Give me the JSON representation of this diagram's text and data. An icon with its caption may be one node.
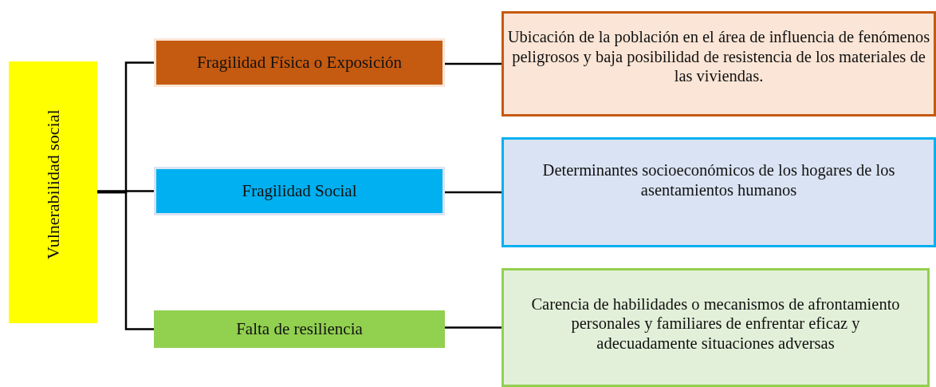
{
  "diagram": {
    "nodes": [
      {
        "text": [
          "Vulnerabilidad social"
        ]
      },
      {
        "text": [
          "Fragilidad Física o Exposición"
        ]
      },
      {
        "text": [
          "Fragilidad Social"
        ]
      },
      {
        "text": [
          "Falta de resiliencia"
        ]
      },
      {
        "text": [
          "Ubicación de la población en el área de influencia de fenómenos peligrosos y baja posibilidad de resistencia de los materiales de las viviendas."
        ]
      },
      {
        "text": [
          "Determinantes socioeconómicos de los hogares de los asentamientos humanos"
        ]
      },
      {
        "text": [
          "Carencia de habilidades o mecanismos de afrontamiento personales y familiares de enfrentar eficaz y adecuadamente situaciones adversas"
        ]
      }
    ],
    "edges": [
      {
        "from": 0,
        "to": 1,
        "arrow": "none"
      },
      {
        "from": 0,
        "to": 2,
        "arrow": "none"
      },
      {
        "from": 0,
        "to": 3,
        "arrow": "none"
      },
      {
        "from": 1,
        "to": 4,
        "arrow": "none"
      },
      {
        "from": 2,
        "to": 5,
        "arrow": "none"
      },
      {
        "from": 3,
        "to": 6,
        "arrow": "none"
      }
    ]
  }
}
